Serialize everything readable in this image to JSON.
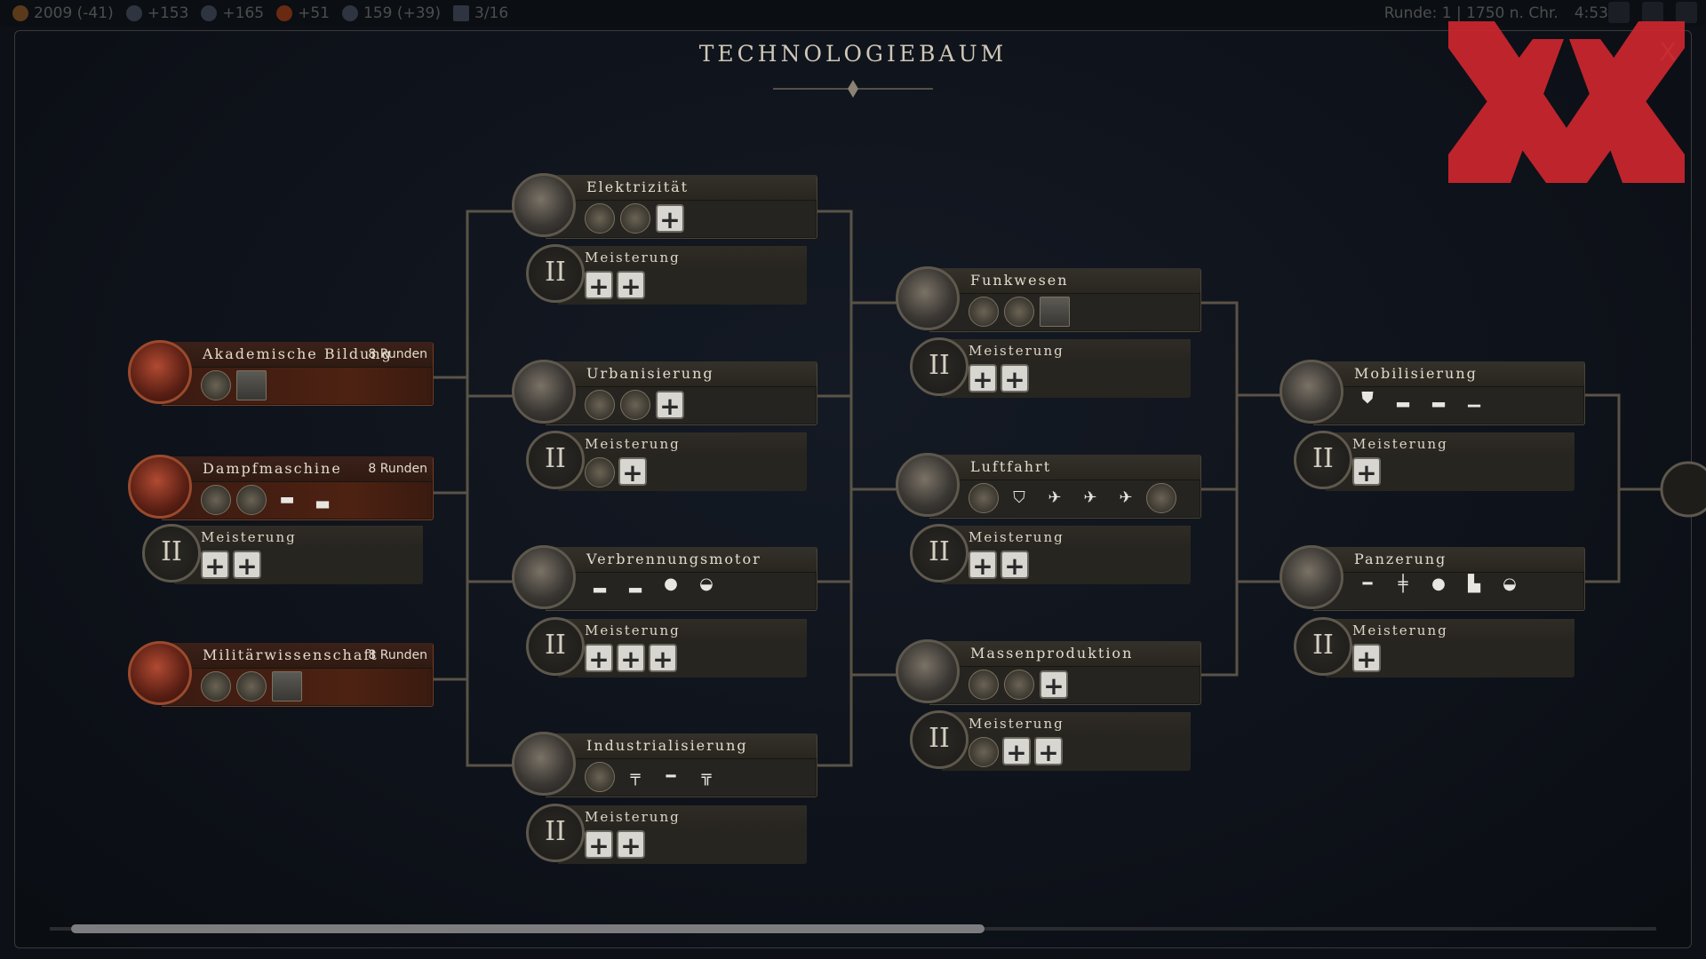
{
  "topbar": {
    "stats": [
      {
        "icon": "gold-icon",
        "text": "2009 (-41)"
      },
      {
        "icon": "research-icon",
        "text": "+153"
      },
      {
        "icon": "culture-icon",
        "text": "+165"
      },
      {
        "icon": "food-icon",
        "text": "+51"
      },
      {
        "icon": "influence-icon",
        "text": "159 (+39)"
      },
      {
        "icon": "population-icon",
        "text": "3/16"
      }
    ],
    "round": "Runde: 1 | 1750 n. Chr.",
    "time": "4:53"
  },
  "title": "TECHNOLOGIEBAUM",
  "close": "X",
  "nodes": {
    "akademische": {
      "name": "Akademische Bildung",
      "turns": "8 Runden"
    },
    "dampf": {
      "name": "Dampfmaschine",
      "turns": "8 Runden"
    },
    "militaer": {
      "name": "Militärwissenschaft",
      "turns": "8 Runden"
    },
    "elektrizitaet": {
      "name": "Elektrizität"
    },
    "urbanisierung": {
      "name": "Urbanisierung"
    },
    "verbrennung": {
      "name": "Verbrennungsmotor"
    },
    "industrialisierung": {
      "name": "Industrialisierung"
    },
    "funkwesen": {
      "name": "Funkwesen"
    },
    "luftfahrt": {
      "name": "Luftfahrt"
    },
    "massenproduktion": {
      "name": "Massenproduktion"
    },
    "mobilisierung": {
      "name": "Mobilisierung"
    },
    "panzerung": {
      "name": "Panzerung"
    }
  },
  "mastery": {
    "label": "Meisterung",
    "roman": "II"
  },
  "plus": "+",
  "colors": {
    "active": "#4d2212",
    "accent": "#c8262e"
  }
}
